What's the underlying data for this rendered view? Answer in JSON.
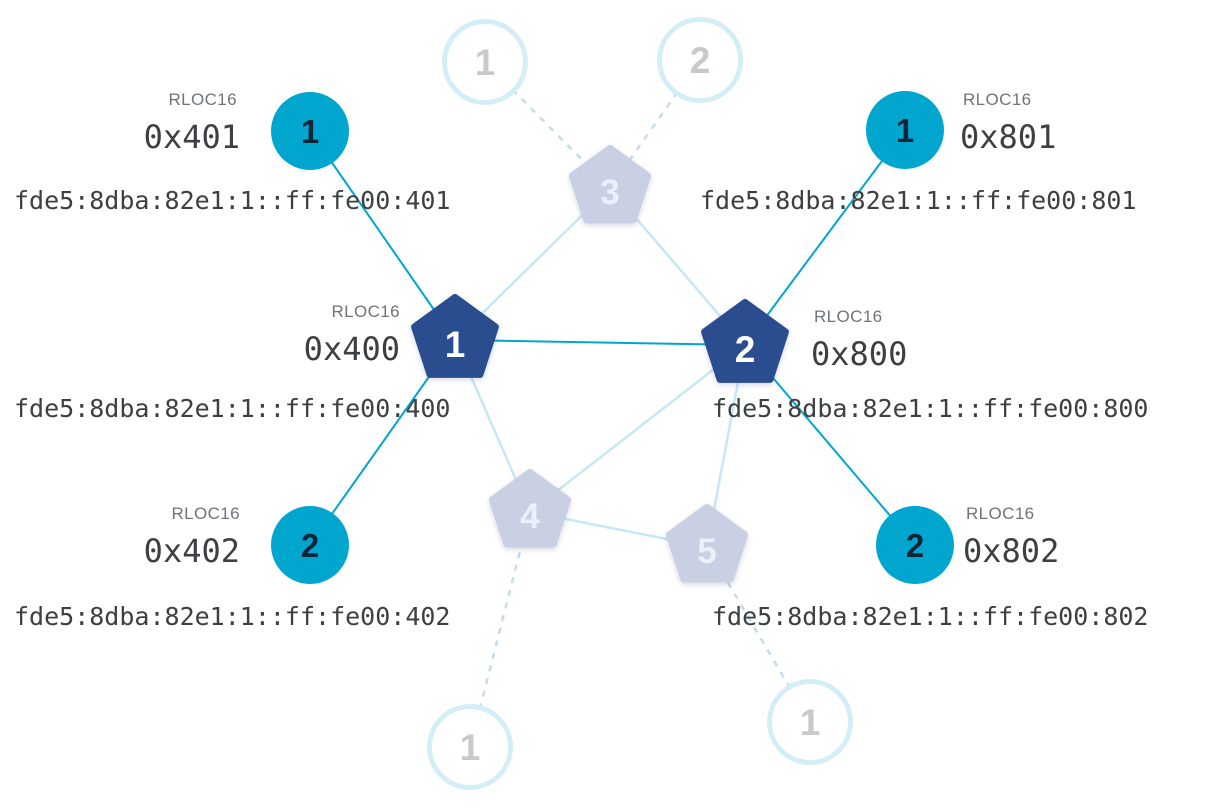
{
  "colors": {
    "router_active_fill": "#2a4d8f",
    "child_active_fill": "#00a6ce",
    "faded_router_fill": "#c9d0e4",
    "faded_child_border": "#d4eef7",
    "link_active": "#00a6ce",
    "link_inactive": "#c5e8f4",
    "link_dashed": "#c2ddec",
    "text_primary": "#3c4043",
    "text_secondary": "#6f7479"
  },
  "nodes": {
    "router1": {
      "label": "1",
      "rloc16_title": "RLOC16",
      "rloc16": "0x400",
      "ipv6": "fde5:8dba:82e1:1::ff:fe00:400"
    },
    "router2": {
      "label": "2",
      "rloc16_title": "RLOC16",
      "rloc16": "0x800",
      "ipv6": "fde5:8dba:82e1:1::ff:fe00:800"
    },
    "child401": {
      "label": "1",
      "rloc16_title": "RLOC16",
      "rloc16": "0x401",
      "ipv6": "fde5:8dba:82e1:1::ff:fe00:401"
    },
    "child402": {
      "label": "2",
      "rloc16_title": "RLOC16",
      "rloc16": "0x402",
      "ipv6": "fde5:8dba:82e1:1::ff:fe00:402"
    },
    "child801": {
      "label": "1",
      "rloc16_title": "RLOC16",
      "rloc16": "0x801",
      "ipv6": "fde5:8dba:82e1:1::ff:fe00:801"
    },
    "child802": {
      "label": "2",
      "rloc16_title": "RLOC16",
      "rloc16": "0x802",
      "ipv6": "fde5:8dba:82e1:1::ff:fe00:802"
    },
    "fadedRouter3": {
      "label": "3"
    },
    "fadedRouter4": {
      "label": "4"
    },
    "fadedRouter5": {
      "label": "5"
    },
    "fadedChildTop1": {
      "label": "1"
    },
    "fadedChildTop2": {
      "label": "2"
    },
    "fadedChildBottom1": {
      "label": "1"
    },
    "fadedChildBottom2": {
      "label": "1"
    }
  },
  "links": [
    {
      "from": "child401",
      "to": "router1",
      "style": "active"
    },
    {
      "from": "child402",
      "to": "router1",
      "style": "active"
    },
    {
      "from": "child801",
      "to": "router2",
      "style": "active"
    },
    {
      "from": "child802",
      "to": "router2",
      "style": "active"
    },
    {
      "from": "router1",
      "to": "router2",
      "style": "active"
    },
    {
      "from": "router1",
      "to": "fadedRouter3",
      "style": "inactive"
    },
    {
      "from": "router2",
      "to": "fadedRouter3",
      "style": "inactive"
    },
    {
      "from": "router1",
      "to": "fadedRouter4",
      "style": "inactive"
    },
    {
      "from": "router2",
      "to": "fadedRouter4",
      "style": "inactive"
    },
    {
      "from": "fadedRouter4",
      "to": "fadedRouter5",
      "style": "inactive"
    },
    {
      "from": "router2",
      "to": "fadedRouter5",
      "style": "inactive"
    },
    {
      "from": "fadedChildTop1",
      "to": "fadedRouter3",
      "style": "dashed"
    },
    {
      "from": "fadedChildTop2",
      "to": "fadedRouter3",
      "style": "dashed"
    },
    {
      "from": "fadedChildBottom1",
      "to": "fadedRouter4",
      "style": "dashed"
    },
    {
      "from": "fadedChildBottom2",
      "to": "fadedRouter5",
      "style": "dashed"
    }
  ]
}
